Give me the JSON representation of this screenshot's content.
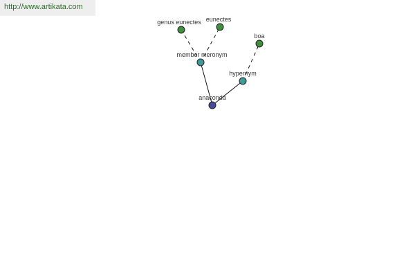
{
  "source_url": "http://www.artikata.com",
  "colors": {
    "root_node": "#4a4a9a",
    "relation_node": "#3f9a9a",
    "term_node": "#3f8f3f",
    "edge": "#111111",
    "link_text": "#2f6a2f"
  },
  "graph": {
    "nodes": [
      {
        "id": "anaconda",
        "label": "anaconda",
        "kind": "root"
      },
      {
        "id": "member-meronym",
        "label": "member meronym",
        "kind": "relation"
      },
      {
        "id": "hypernym",
        "label": "hypernym",
        "kind": "relation"
      },
      {
        "id": "genus-eunectes",
        "label": "genus eunectes",
        "kind": "term"
      },
      {
        "id": "eunectes",
        "label": "eunectes",
        "kind": "term"
      },
      {
        "id": "boa",
        "label": "boa",
        "kind": "term"
      }
    ],
    "edges": [
      {
        "from": "anaconda",
        "to": "member-meronym",
        "style": "solid"
      },
      {
        "from": "anaconda",
        "to": "hypernym",
        "style": "solid"
      },
      {
        "from": "member-meronym",
        "to": "genus-eunectes",
        "style": "dashed"
      },
      {
        "from": "member-meronym",
        "to": "eunectes",
        "style": "dashed"
      },
      {
        "from": "hypernym",
        "to": "boa",
        "style": "dashed"
      }
    ]
  }
}
